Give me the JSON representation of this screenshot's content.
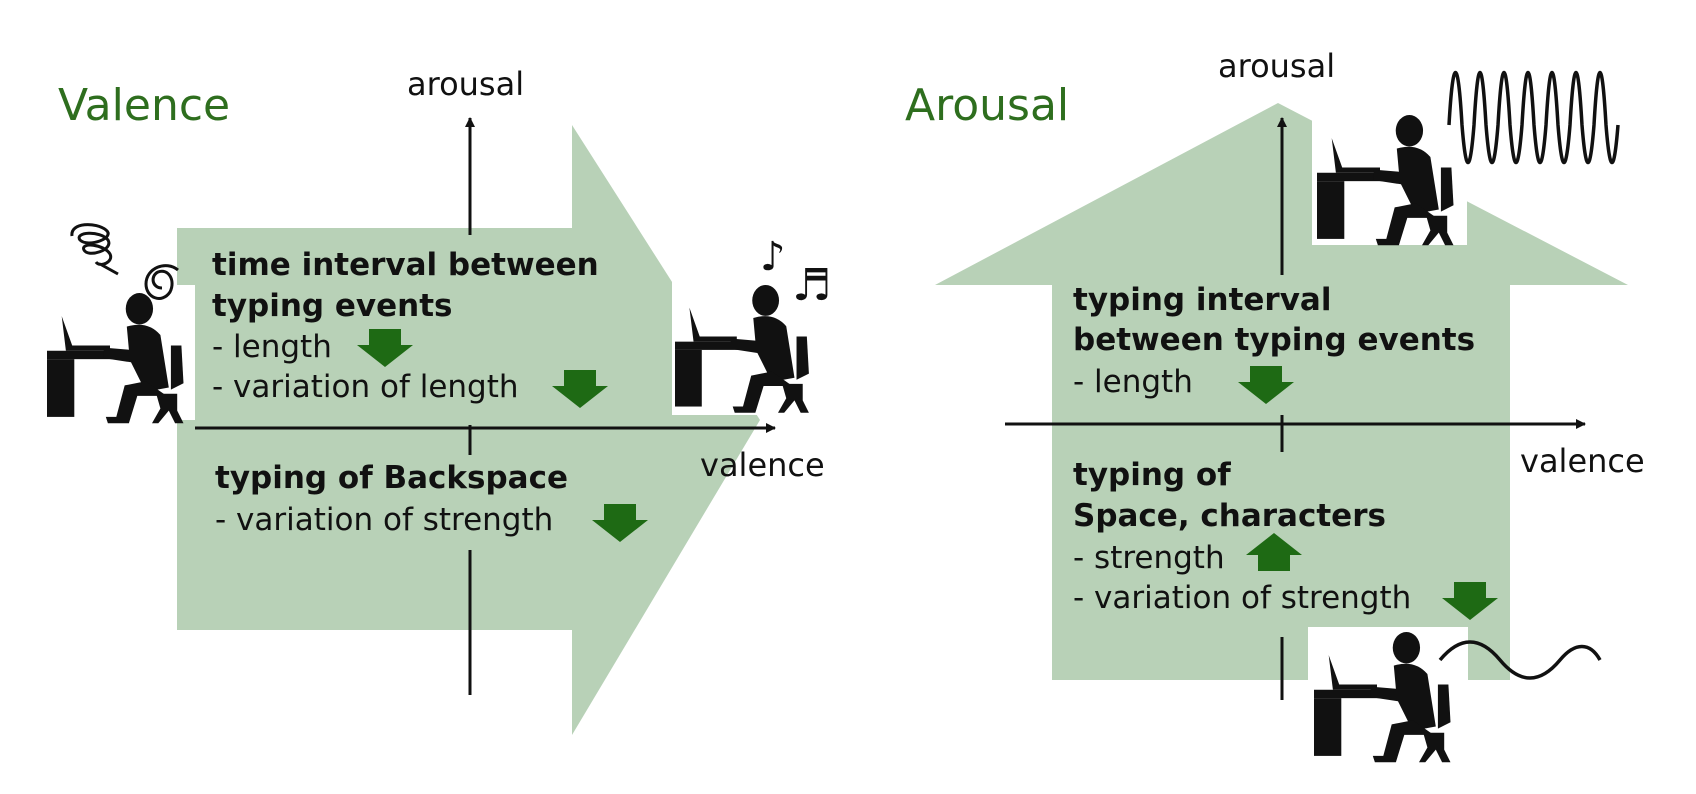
{
  "colors": {
    "shape_fill": "#b8d1b7",
    "title_green": "#2e6e1e",
    "arrow_green": "#1e6a14",
    "ink": "#111111"
  },
  "left": {
    "title": "Valence",
    "y_axis_label": "arousal",
    "x_axis_label": "valence",
    "group1": {
      "heading_line1": "time interval between",
      "heading_line2": "typing events",
      "item1": {
        "text": "-  length",
        "trend": "down"
      },
      "item2": {
        "text": "-  variation of length",
        "trend": "down"
      }
    },
    "group2": {
      "heading": "typing of Backspace",
      "item1": {
        "text": "-  variation of strength",
        "trend": "down"
      }
    },
    "icons": [
      "stressed-typist-icon",
      "scribble-icon",
      "spiral-icon",
      "happy-typist-icon",
      "music-note-icon",
      "double-music-note-icon"
    ]
  },
  "right": {
    "title": "Arousal",
    "y_axis_label": "arousal",
    "x_axis_label": "valence",
    "group1": {
      "heading_line1": "typing interval",
      "heading_line2": "between typing events",
      "item1": {
        "text": "- length",
        "trend": "down"
      }
    },
    "group2": {
      "heading_line1": "typing of",
      "heading_line2": "Space, characters",
      "item1": {
        "text": "- strength",
        "trend": "up"
      },
      "item2": {
        "text": "- variation of strength",
        "trend": "down"
      }
    },
    "icons": [
      "excited-typist-icon",
      "high-frequency-wave-icon",
      "calm-typist-icon",
      "low-frequency-wave-icon"
    ]
  }
}
